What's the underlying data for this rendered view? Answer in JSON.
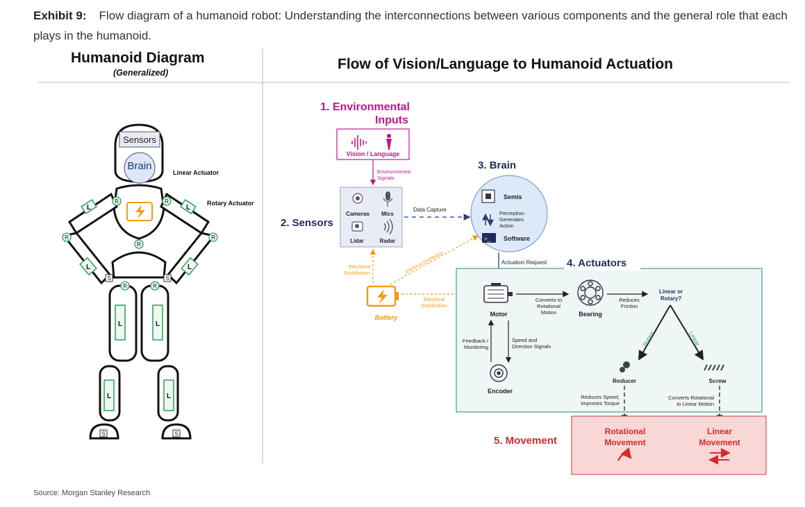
{
  "exhibit": {
    "label": "Exhibit 9:",
    "caption": "Flow diagram of a humanoid robot: Understanding the interconnections between various components and the general role that each plays in the humanoid."
  },
  "left_panel": {
    "title": "Humanoid Diagram",
    "subtitle": "(Generalized)",
    "sensors": "Sensors",
    "brain": "Brain",
    "linear_actuator": "Linear Actuator",
    "rotary_actuator": "Rotary Actuator",
    "joint_R": "R",
    "joint_L": "L",
    "joint_S": "S"
  },
  "right_panel": {
    "title": "Flow of Vision/Language to Humanoid Actuation",
    "env": {
      "title_line1": "1. Environmental",
      "title_line2": "Inputs",
      "box_label": "Vision / Language",
      "signals_line1": "Environmental",
      "signals_line2": "Signals"
    },
    "sensors": {
      "title": "2. Sensors",
      "cameras": "Cameras",
      "mics": "Mics",
      "lidar": "Lidar",
      "radar": "Radar",
      "data_capture": "Data Capture"
    },
    "brain": {
      "title": "3. Brain",
      "semis": "Semis",
      "perception_line1": "Perception",
      "perception_line2": "Generates",
      "perception_line3": "Action",
      "software": "Software",
      "actuation_request": "Actuation Request"
    },
    "power": {
      "electrical_line1": "Electrical",
      "electrical_line2": "Distribution",
      "electrical_diag": "Electrical Distribution",
      "battery": "Battery"
    },
    "actuators": {
      "title": "4. Actuators",
      "motor": "Motor",
      "converts_line1": "Converts to",
      "converts_line2": "Rotational",
      "converts_line3": "Motion",
      "bearing": "Bearing",
      "reduces_line1": "Reduces",
      "reduces_line2": "Friction",
      "linear_or_line1": "Linear or",
      "linear_or_line2": "Rotary?",
      "rotary": "Rotary",
      "linear": "Linear",
      "feedback_line1": "Feedback /",
      "feedback_line2": "Monitoring",
      "speed_line1": "Speed and",
      "speed_line2": "Direction Signals",
      "encoder": "Encoder",
      "reducer": "Reducer",
      "screw": "Screw",
      "reduces_speed_line1": "Reduces Speed,",
      "reduces_speed_line2": "Improves Torque",
      "converts_rot_line1": "Converts Rotational",
      "converts_rot_line2": "to Linear Motion"
    },
    "movement": {
      "title": "5. Movement",
      "rot_line1": "Rotational",
      "rot_line2": "Movement",
      "lin_line1": "Linear",
      "lin_line2": "Movement"
    }
  },
  "source": "Source: Morgan Stanley Research",
  "colors": {
    "magenta": "#c0168d",
    "blue_title": "#1f2d5a",
    "orange": "#f39c12",
    "teal_box": "#eef7f6",
    "teal_border": "#3f9c93",
    "red_box": "#f9d7d7",
    "red_border": "#e05353",
    "red_text": "#d42a2a",
    "green_limb": "#2e9e5a"
  }
}
